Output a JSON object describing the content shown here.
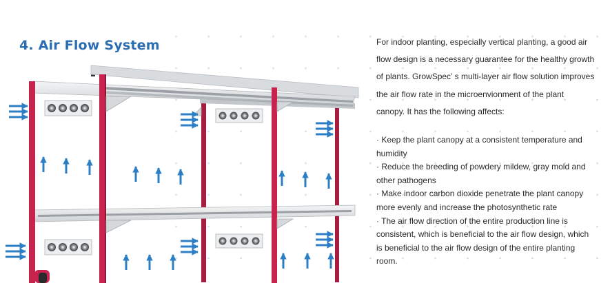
{
  "section": {
    "title": "4. Air Flow System"
  },
  "description": {
    "intro_lines": [
      "For indoor planting, especially vertical planting, a good air",
      "flow design is a necessary guarantee for the healthy growth",
      "of plants. GrowSpec’ s multi-layer air flow solution improves",
      "the air flow rate in the microenvionment of the plant",
      "canopy. It has the following affects:"
    ],
    "affects": [
      {
        "lines": [
          "· Keep the plant canopy at a consistent temperature and",
          "humidity"
        ]
      },
      {
        "lines": [
          "· Reduce the breeding of powdery mildew, gray mold and",
          "other pathogens"
        ]
      },
      {
        "lines": [
          "· Make indoor carbon dioxide penetrate the plant canopy",
          "more evenly and increase the photosynthetic rate"
        ]
      },
      {
        "lines": [
          "· The air flow direction of the entire production line is",
          "consistent, which is beneficial to the air flow design, which",
          "is beneficial to the air flow design of the entire planting",
          "room."
        ]
      }
    ]
  },
  "colors": {
    "title": "#2a6db0",
    "rack_frame": "#c8234e",
    "arrow": "#2c7fc4",
    "shelf": "#e8eaec"
  }
}
